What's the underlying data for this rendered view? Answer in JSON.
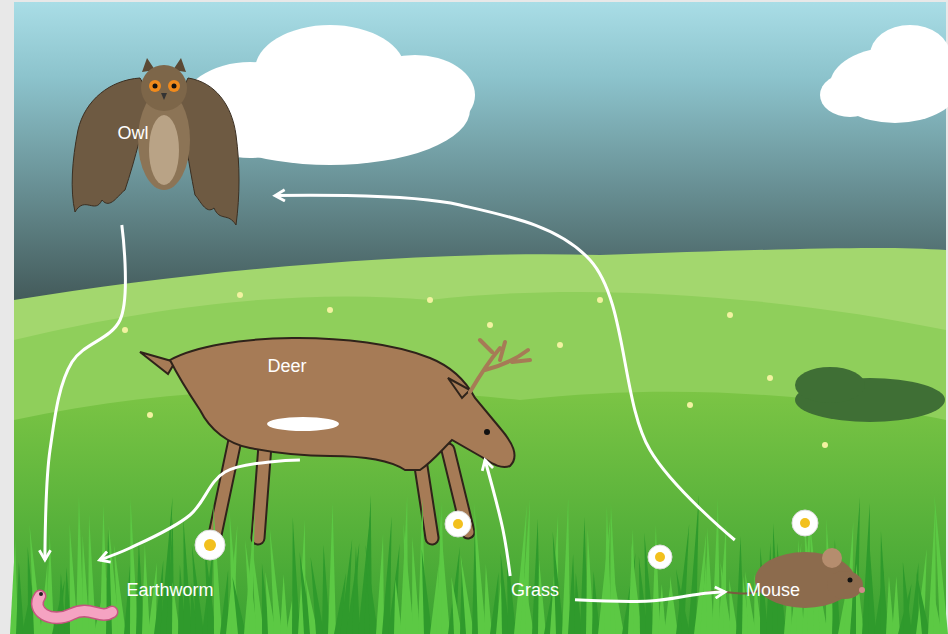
{
  "diagram": {
    "nodes": [
      {
        "text": [
          "Owl"
        ]
      },
      {
        "text": [
          "Deer"
        ]
      },
      {
        "text": [
          "Earthworm"
        ]
      },
      {
        "text": [
          "Grass"
        ]
      },
      {
        "text": [
          "Mouse"
        ]
      }
    ],
    "edges": [
      {
        "from": 0,
        "to": 2,
        "arrow": "to"
      },
      {
        "from": 1,
        "to": 2,
        "arrow": "to"
      },
      {
        "from": 3,
        "to": 1,
        "arrow": "to"
      },
      {
        "from": 3,
        "to": 4,
        "arrow": "to"
      },
      {
        "from": 4,
        "to": 0,
        "arrow": "to"
      }
    ]
  }
}
